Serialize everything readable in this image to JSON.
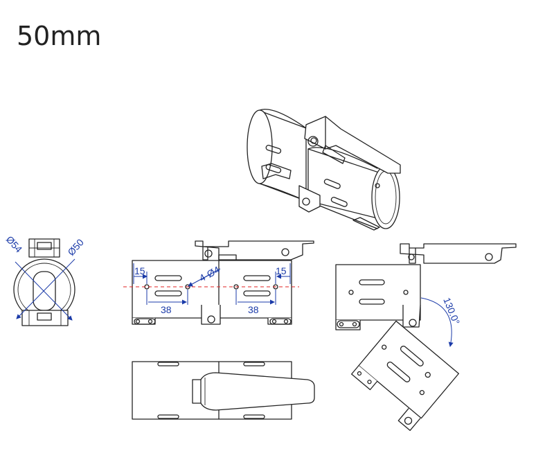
{
  "title": "50mm",
  "colors": {
    "dimension": "#1a3aa8",
    "centerline": "#e02020",
    "outline": "#222222"
  },
  "dimensions": {
    "outer_diameter": "Ø54",
    "inner_diameter": "Ø50",
    "left_offset": "15",
    "right_offset": "15",
    "hole_callout": "4-Ø4",
    "left_spacing": "38",
    "right_spacing": "38",
    "fold_angle": "130.0°"
  }
}
